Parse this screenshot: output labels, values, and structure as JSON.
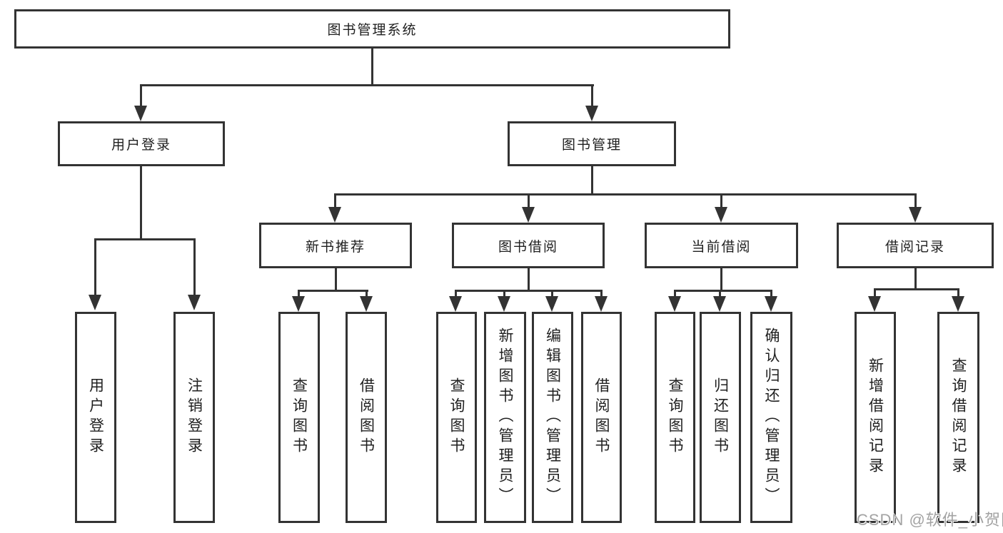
{
  "diagram": {
    "root": {
      "label": "图书管理系统"
    },
    "level2": {
      "user_login": {
        "label": "用户登录"
      },
      "book_mgmt": {
        "label": "图书管理"
      }
    },
    "level3": {
      "new_books": {
        "label": "新书推荐"
      },
      "book_borrow": {
        "label": "图书借阅"
      },
      "current_borrow": {
        "label": "当前借阅"
      },
      "borrow_records": {
        "label": "借阅记录"
      }
    },
    "leaves": {
      "user_login": [
        "用户登录",
        "注销登录"
      ],
      "new_books": [
        "查询图书",
        "借阅图书"
      ],
      "book_borrow": [
        "查询图书",
        "新增图书（管理员）",
        "编辑图书（管理员）",
        "借阅图书"
      ],
      "current_borrow": [
        "查询图书",
        "归还图书",
        "确认归还（管理员）"
      ],
      "borrow_records": [
        "新增借阅记录",
        "查询借阅记录"
      ]
    },
    "watermark": "CSDN @软件_小贺同学",
    "colors": {
      "line": "#333333",
      "box_border": "#333333",
      "text": "#1f1f1f",
      "background": "#ffffff",
      "watermark": "#a3a3a3"
    }
  }
}
